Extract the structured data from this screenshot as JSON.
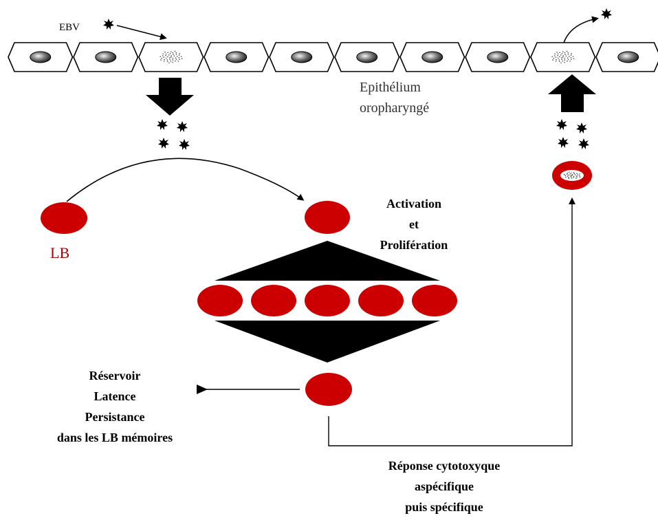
{
  "labels": {
    "virus": "EBV",
    "epithelium_line1": "Epithélium",
    "epithelium_line2": "oropharyngé",
    "b_cell": "LB",
    "activation_line1": "Activation",
    "activation_line2": "et",
    "activation_line3": "Prolifération",
    "reservoir_line1": "Réservoir",
    "reservoir_line2": "Latence",
    "reservoir_line3": "Persistance",
    "reservoir_line4": "dans les LB mémoires",
    "response_line1": "Réponse cytotoxyque",
    "response_line2": "aspécifique",
    "response_line3": "puis spécifique"
  },
  "colors": {
    "b_cell": "#cc0000",
    "b_cell_label": "#b00000",
    "outline": "#000000",
    "nucleus": "#555555",
    "background": "#ffffff"
  },
  "epithelium": {
    "cell_count": 10,
    "infected_cells": [
      3,
      9
    ]
  },
  "proliferating_cells": 5
}
